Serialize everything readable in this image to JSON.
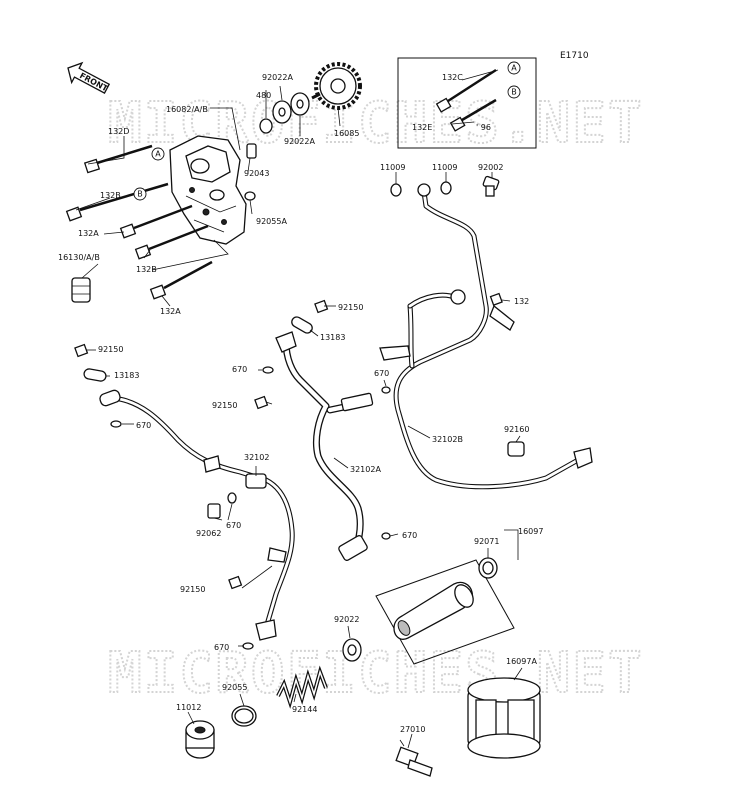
{
  "diagram_code": "E1710",
  "front_label": "FRONT",
  "watermark": "MICROFICHES.NET",
  "labels": {
    "l16082": "16082/A/B",
    "l132D": "132D",
    "l132B_top": "132B",
    "l132A_mid": "132A",
    "l132B_low": "132B",
    "l16130": "16130/A/B",
    "l132A_low": "132A",
    "l92022A_top": "92022A",
    "l480": "480",
    "l92022A_bot": "92022A",
    "l16085": "16085",
    "l92043": "92043",
    "l92055A": "92055A",
    "l132C": "132C",
    "l132E": "132E",
    "l96": "' 96",
    "l11009_a": "11009",
    "l11009_b": "11009",
    "l92002": "92002",
    "l132": "132",
    "l92150_a": "92150",
    "l13183_a": "13183",
    "l670_a": "670",
    "l670_b": "670",
    "l92150_b": "92150",
    "l32102B": "32102B",
    "l92160": "92160",
    "l92150_c": "92150",
    "l13183_b": "13183",
    "l670_c": "670",
    "l32102": "32102",
    "l670_d": "670",
    "l92062": "92062",
    "l32102A": "32102A",
    "l670_e": "670",
    "l92071": "92071",
    "l16097": "16097",
    "l92150_d": "92150",
    "l92022": "92022",
    "l670_f": "670",
    "l16097A": "16097A",
    "l92055": "92055",
    "l92144": "92144",
    "l11012": "11012",
    "l27010": "27010"
  },
  "callouts": {
    "a": "A",
    "b": "B"
  }
}
